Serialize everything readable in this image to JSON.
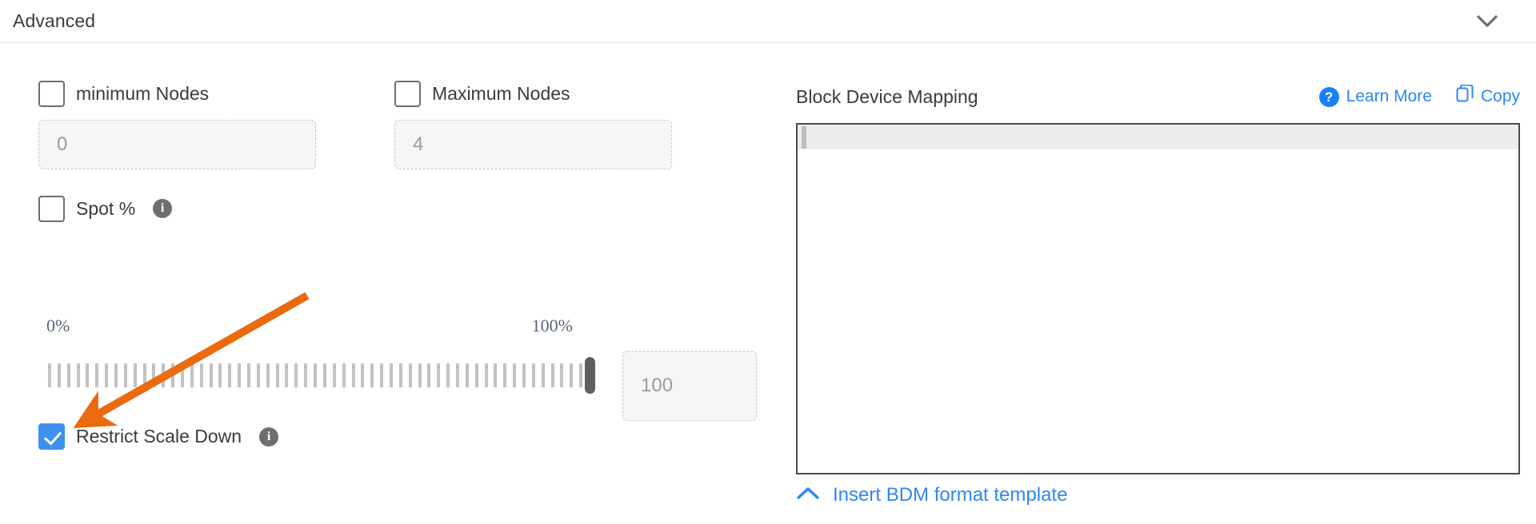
{
  "header": {
    "title": "Advanced",
    "collapse_icon": "chevron-down-icon"
  },
  "advanced": {
    "min_nodes": {
      "label": "minimum Nodes",
      "checked": false,
      "value": "",
      "placeholder": "0"
    },
    "max_nodes": {
      "label": "Maximum Nodes",
      "checked": false,
      "value": "",
      "placeholder": "4"
    },
    "spot": {
      "label": "Spot %",
      "checked": false,
      "info_icon": "info-icon"
    },
    "slider": {
      "min_label": "0%",
      "max_label": "100%",
      "value": "100",
      "placeholder": "100",
      "tick_count": 58,
      "thumb_percent": 100
    },
    "restrict_scale_down": {
      "label": "Restrict Scale Down",
      "checked": true,
      "info_icon": "info-icon"
    }
  },
  "block_device_mapping": {
    "title": "Block Device Mapping",
    "learn_more": {
      "label": "Learn More",
      "icon": "help-circle-icon"
    },
    "copy": {
      "label": "Copy",
      "icon": "copy-icon"
    },
    "editor_content": "",
    "insert_template": {
      "label": "Insert BDM format template",
      "icon": "chevron-up-icon"
    }
  },
  "annotation": {
    "type": "arrow",
    "color": "#ea6a10",
    "points_to": "restrict-scale-down-checkbox"
  },
  "colors": {
    "accent_blue": "#2f86f6",
    "checkbox_blue": "#3d90f0",
    "annotation_orange": "#ea6a10",
    "text_dark": "#3b3b3b",
    "text_muted": "#9a9aa0",
    "slider_label": "#5b6478"
  }
}
